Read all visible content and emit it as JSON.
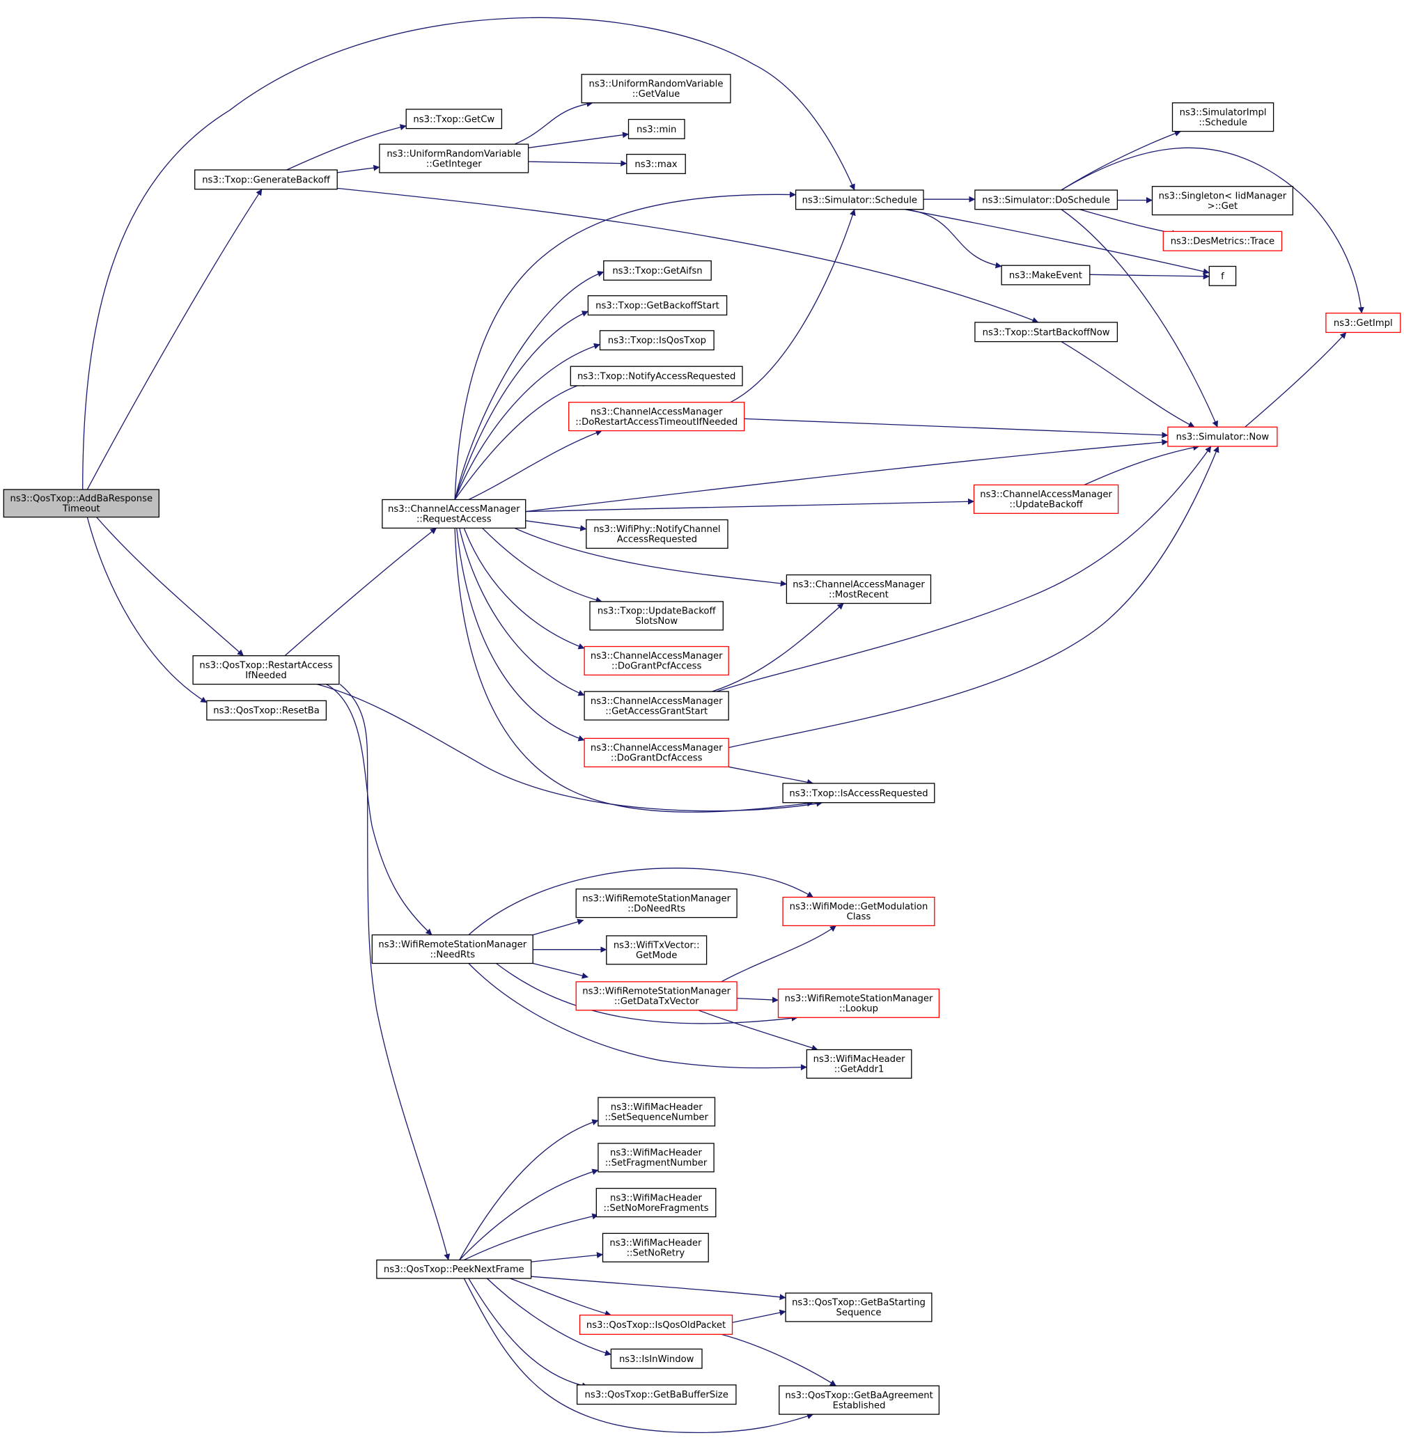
{
  "title": "ns3::QosTxop::AddBaResponseTimeout",
  "colors": {
    "edge": "#191970",
    "node_border": "#000000",
    "truncated_border": "#ff0000",
    "root_fill": "#bfbfbf",
    "node_fill": "#ffffff"
  },
  "nodes": [
    {
      "id": "Node1",
      "lines": [
        "ns3::QosTxop::AddBaResponse",
        "Timeout"
      ],
      "style": "root"
    },
    {
      "id": "Node2",
      "lines": [
        "ns3::Txop::GenerateBackoff"
      ],
      "style": "normal"
    },
    {
      "id": "Node3",
      "lines": [
        "ns3::Txop::GetCw"
      ],
      "style": "normal"
    },
    {
      "id": "Node4",
      "lines": [
        "ns3::UniformRandomVariable",
        "::GetInteger"
      ],
      "style": "normal"
    },
    {
      "id": "Node5",
      "lines": [
        "ns3::UniformRandomVariable",
        "::GetValue"
      ],
      "style": "normal"
    },
    {
      "id": "Node6",
      "lines": [
        "ns3::min"
      ],
      "style": "normal"
    },
    {
      "id": "Node7",
      "lines": [
        "ns3::max"
      ],
      "style": "normal"
    },
    {
      "id": "Node8",
      "lines": [
        "ns3::Txop::StartBackoffNow"
      ],
      "style": "normal"
    },
    {
      "id": "Node9",
      "lines": [
        "ns3::Simulator::Now"
      ],
      "style": "truncated"
    },
    {
      "id": "Node10",
      "lines": [
        "ns3::GetImpl"
      ],
      "style": "truncated"
    },
    {
      "id": "Node11",
      "lines": [
        "ns3::Simulator::Schedule"
      ],
      "style": "normal"
    },
    {
      "id": "Node12",
      "lines": [
        "ns3::Simulator::DoSchedule"
      ],
      "style": "normal"
    },
    {
      "id": "Node13",
      "lines": [
        "ns3::SimulatorImpl",
        "::Schedule"
      ],
      "style": "normal"
    },
    {
      "id": "Node14",
      "lines": [
        "ns3::Singleton< IidManager",
        ">::Get"
      ],
      "style": "normal"
    },
    {
      "id": "Node15",
      "lines": [
        "ns3::DesMetrics::Trace"
      ],
      "style": "truncated"
    },
    {
      "id": "Node16",
      "lines": [
        "ns3::MakeEvent"
      ],
      "style": "normal"
    },
    {
      "id": "Node17",
      "lines": [
        "f"
      ],
      "style": "normal"
    },
    {
      "id": "Node18",
      "lines": [
        "ns3::QosTxop::RestartAccess",
        "IfNeeded"
      ],
      "style": "normal"
    },
    {
      "id": "Node19",
      "lines": [
        "ns3::ChannelAccessManager",
        "::RequestAccess"
      ],
      "style": "normal"
    },
    {
      "id": "Node20",
      "lines": [
        "ns3::Txop::GetAifsn"
      ],
      "style": "normal"
    },
    {
      "id": "Node21",
      "lines": [
        "ns3::Txop::GetBackoffStart"
      ],
      "style": "normal"
    },
    {
      "id": "Node22",
      "lines": [
        "ns3::Txop::IsQosTxop"
      ],
      "style": "normal"
    },
    {
      "id": "Node23",
      "lines": [
        "ns3::Txop::NotifyAccessRequested"
      ],
      "style": "normal"
    },
    {
      "id": "Node24",
      "lines": [
        "ns3::ChannelAccessManager",
        "::DoRestartAccessTimeoutIfNeeded"
      ],
      "style": "truncated"
    },
    {
      "id": "Node25",
      "lines": [
        "ns3::ChannelAccessManager",
        "::UpdateBackoff"
      ],
      "style": "truncated"
    },
    {
      "id": "Node26",
      "lines": [
        "ns3::WifiPhy::NotifyChannel",
        "AccessRequested"
      ],
      "style": "normal"
    },
    {
      "id": "Node27",
      "lines": [
        "ns3::ChannelAccessManager",
        "::MostRecent"
      ],
      "style": "normal"
    },
    {
      "id": "Node28",
      "lines": [
        "ns3::Txop::UpdateBackoff",
        "SlotsNow"
      ],
      "style": "normal"
    },
    {
      "id": "Node29",
      "lines": [
        "ns3::ChannelAccessManager",
        "::DoGrantPcfAccess"
      ],
      "style": "truncated"
    },
    {
      "id": "Node30",
      "lines": [
        "ns3::ChannelAccessManager",
        "::GetAccessGrantStart"
      ],
      "style": "normal"
    },
    {
      "id": "Node31",
      "lines": [
        "ns3::ChannelAccessManager",
        "::DoGrantDcfAccess"
      ],
      "style": "truncated"
    },
    {
      "id": "Node32",
      "lines": [
        "ns3::Txop::IsAccessRequested"
      ],
      "style": "normal"
    },
    {
      "id": "Node33",
      "lines": [
        "ns3::WifiRemoteStationManager",
        "::NeedRts"
      ],
      "style": "normal"
    },
    {
      "id": "Node34",
      "lines": [
        "ns3::WifiRemoteStationManager",
        "::DoNeedRts"
      ],
      "style": "normal"
    },
    {
      "id": "Node35",
      "lines": [
        "ns3::WifiMode::GetModulation",
        "Class"
      ],
      "style": "truncated"
    },
    {
      "id": "Node36",
      "lines": [
        "ns3::WifiTxVector::",
        "GetMode"
      ],
      "style": "normal"
    },
    {
      "id": "Node37",
      "lines": [
        "ns3::WifiRemoteStationManager",
        "::GetDataTxVector"
      ],
      "style": "truncated"
    },
    {
      "id": "Node38",
      "lines": [
        "ns3::WifiRemoteStationManager",
        "::Lookup"
      ],
      "style": "truncated"
    },
    {
      "id": "Node39",
      "lines": [
        "ns3::WifiMacHeader",
        "::GetAddr1"
      ],
      "style": "normal"
    },
    {
      "id": "Node40",
      "lines": [
        "ns3::QosTxop::PeekNextFrame"
      ],
      "style": "normal"
    },
    {
      "id": "Node41",
      "lines": [
        "ns3::WifiMacHeader",
        "::SetSequenceNumber"
      ],
      "style": "normal"
    },
    {
      "id": "Node42",
      "lines": [
        "ns3::WifiMacHeader",
        "::SetFragmentNumber"
      ],
      "style": "normal"
    },
    {
      "id": "Node43",
      "lines": [
        "ns3::WifiMacHeader",
        "::SetNoMoreFragments"
      ],
      "style": "normal"
    },
    {
      "id": "Node44",
      "lines": [
        "ns3::WifiMacHeader",
        "::SetNoRetry"
      ],
      "style": "normal"
    },
    {
      "id": "Node45",
      "lines": [
        "ns3::QosTxop::GetBaStarting",
        "Sequence"
      ],
      "style": "normal"
    },
    {
      "id": "Node46",
      "lines": [
        "ns3::QosTxop::IsQosOldPacket"
      ],
      "style": "truncated"
    },
    {
      "id": "Node47",
      "lines": [
        "ns3::QosTxop::GetBaAgreement",
        "Established"
      ],
      "style": "normal"
    },
    {
      "id": "Node48",
      "lines": [
        "ns3::IsInWindow"
      ],
      "style": "normal"
    },
    {
      "id": "Node49",
      "lines": [
        "ns3::QosTxop::GetBaBufferSize"
      ],
      "style": "normal"
    },
    {
      "id": "Node50",
      "lines": [
        "ns3::QosTxop::ResetBa"
      ],
      "style": "normal"
    }
  ],
  "edges": [
    [
      "Node1",
      "Node2"
    ],
    [
      "Node1",
      "Node11"
    ],
    [
      "Node1",
      "Node18"
    ],
    [
      "Node1",
      "Node50"
    ],
    [
      "Node2",
      "Node3"
    ],
    [
      "Node2",
      "Node4"
    ],
    [
      "Node2",
      "Node8"
    ],
    [
      "Node4",
      "Node5"
    ],
    [
      "Node4",
      "Node6"
    ],
    [
      "Node4",
      "Node7"
    ],
    [
      "Node8",
      "Node9"
    ],
    [
      "Node9",
      "Node10"
    ],
    [
      "Node11",
      "Node12"
    ],
    [
      "Node11",
      "Node16"
    ],
    [
      "Node11",
      "Node17"
    ],
    [
      "Node12",
      "Node13"
    ],
    [
      "Node12",
      "Node14"
    ],
    [
      "Node12",
      "Node15"
    ],
    [
      "Node12",
      "Node9"
    ],
    [
      "Node12",
      "Node10"
    ],
    [
      "Node16",
      "Node17"
    ],
    [
      "Node18",
      "Node19"
    ],
    [
      "Node18",
      "Node32"
    ],
    [
      "Node18",
      "Node33"
    ],
    [
      "Node18",
      "Node40"
    ],
    [
      "Node19",
      "Node11"
    ],
    [
      "Node19",
      "Node20"
    ],
    [
      "Node19",
      "Node21"
    ],
    [
      "Node19",
      "Node22"
    ],
    [
      "Node19",
      "Node23"
    ],
    [
      "Node19",
      "Node24"
    ],
    [
      "Node19",
      "Node9"
    ],
    [
      "Node19",
      "Node25"
    ],
    [
      "Node19",
      "Node26"
    ],
    [
      "Node19",
      "Node27"
    ],
    [
      "Node19",
      "Node28"
    ],
    [
      "Node19",
      "Node29"
    ],
    [
      "Node19",
      "Node30"
    ],
    [
      "Node19",
      "Node31"
    ],
    [
      "Node19",
      "Node32"
    ],
    [
      "Node24",
      "Node11"
    ],
    [
      "Node24",
      "Node9"
    ],
    [
      "Node25",
      "Node9"
    ],
    [
      "Node30",
      "Node27"
    ],
    [
      "Node30",
      "Node9"
    ],
    [
      "Node31",
      "Node9"
    ],
    [
      "Node31",
      "Node32"
    ],
    [
      "Node33",
      "Node34"
    ],
    [
      "Node33",
      "Node35"
    ],
    [
      "Node33",
      "Node36"
    ],
    [
      "Node33",
      "Node37"
    ],
    [
      "Node33",
      "Node38"
    ],
    [
      "Node33",
      "Node39"
    ],
    [
      "Node37",
      "Node35"
    ],
    [
      "Node37",
      "Node38"
    ],
    [
      "Node37",
      "Node39"
    ],
    [
      "Node40",
      "Node41"
    ],
    [
      "Node40",
      "Node42"
    ],
    [
      "Node40",
      "Node43"
    ],
    [
      "Node40",
      "Node44"
    ],
    [
      "Node40",
      "Node45"
    ],
    [
      "Node40",
      "Node46"
    ],
    [
      "Node40",
      "Node47"
    ],
    [
      "Node40",
      "Node48"
    ],
    [
      "Node40",
      "Node49"
    ],
    [
      "Node46",
      "Node45"
    ],
    [
      "Node46",
      "Node47"
    ]
  ]
}
